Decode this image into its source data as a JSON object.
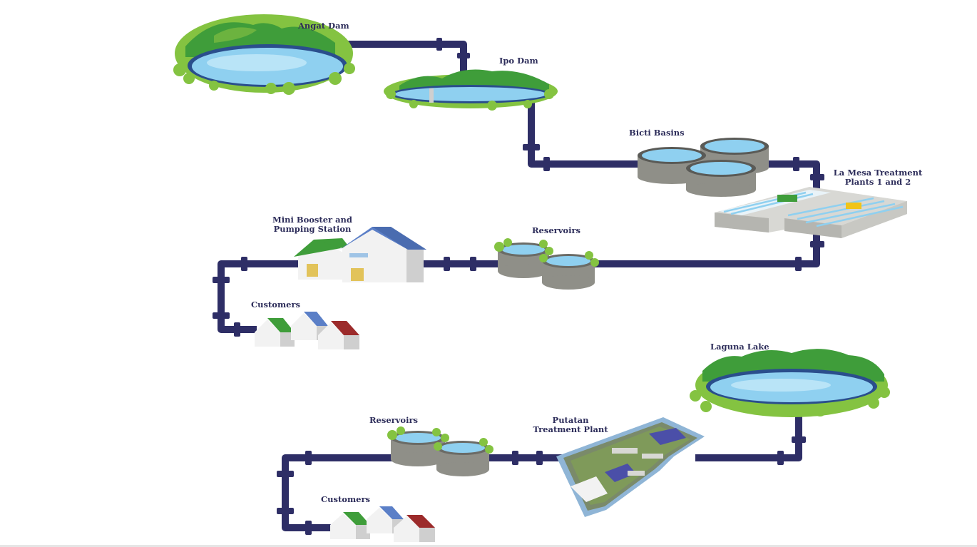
{
  "labels": {
    "angat_dam": "Angat Dam",
    "ipo_dam": "Ipo Dam",
    "bicti_basins": "Bicti Basins",
    "la_mesa_line1": "La Mesa Treatment",
    "la_mesa_line2": "Plants 1 and 2",
    "mini_booster_line1": "Mini Booster and",
    "mini_booster_line2": "Pumping Station",
    "reservoirs_upper": "Reservoirs",
    "customers_upper": "Customers",
    "laguna_lake": "Laguna Lake",
    "putatan_line1": "Putatan",
    "putatan_line2": "Treatment Plant",
    "reservoirs_lower": "Reservoirs",
    "customers_lower": "Customers"
  },
  "colors": {
    "pipe": "#2e2e66",
    "water": "#8fd0f0",
    "water_edge": "#2a4e8c",
    "green_dark": "#3f9d3a",
    "green_light": "#84c341",
    "basin_wall": "#8f8f88",
    "roof_green": "#3f9d3a",
    "roof_blue": "#5b7fc7",
    "roof_red": "#9c2b2b",
    "label": "#2d2d5a"
  },
  "icons": {
    "angat": "dam-lake-icon",
    "ipo": "dam-lake-icon",
    "bicti": "settling-basin-icon",
    "la_mesa": "treatment-plant-icon",
    "booster": "pumping-station-icon",
    "reservoir": "reservoir-tank-icon",
    "customer": "house-icon",
    "laguna": "lake-icon",
    "putatan": "treatment-plant-icon"
  }
}
